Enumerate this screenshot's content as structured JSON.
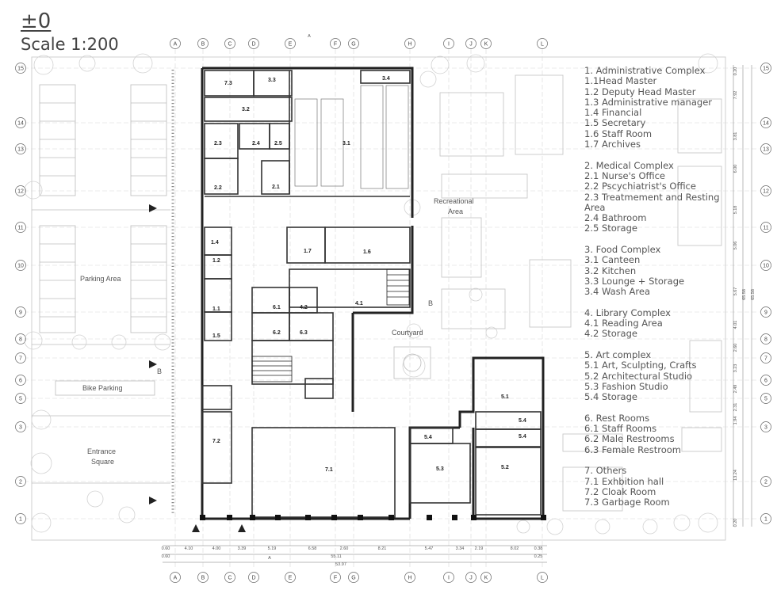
{
  "header": {
    "level": "±0",
    "scale": "Scale 1:200"
  },
  "grid": {
    "columns": [
      "A",
      "B",
      "C",
      "D",
      "E",
      "F",
      "G",
      "H",
      "I",
      "J",
      "K",
      "L"
    ],
    "rows": [
      "15",
      "14",
      "13",
      "12",
      "11",
      "10",
      "9",
      "8",
      "7",
      "6",
      "5",
      "3",
      "2",
      "1"
    ]
  },
  "rooms": {
    "r73": "7.3",
    "r33": "3.3",
    "r34": "3.4",
    "r32": "3.2",
    "r31": "3.1",
    "r23": "2.3",
    "r24": "2.4",
    "r25": "2.5",
    "r22": "2.2",
    "r21": "2.1",
    "r14": "1.4",
    "r17": "1.7",
    "r16": "1.6",
    "r12": "1.2",
    "r11": "1.1",
    "r15": "1.5",
    "r61": "6.1",
    "r42": "4.2",
    "r41": "4.1",
    "r62": "6.2",
    "r63": "6.3",
    "r72": "7.2",
    "r71": "7.1",
    "r54a": "5.4",
    "r53": "5.3",
    "r52": "5.2",
    "r51": "5.1",
    "r54b": "5.4",
    "r54c": "5.4"
  },
  "areas": {
    "parking": "Parking Area",
    "bike": "Bike Parking",
    "entrance_1": "Entrance",
    "entrance_2": "Square",
    "recreational_1": "Recreational",
    "recreational_2": "Area",
    "courtyard": "Courtyard",
    "section_mark": "B",
    "section_arrow": "A"
  },
  "dimensions": {
    "bottom_1": [
      "0.60",
      "4.10",
      "4.00",
      "3.39",
      "5.19",
      "6.58",
      "2.60",
      "8.21",
      "5.47",
      "3.34",
      "2.19",
      "8.02",
      "0.38"
    ],
    "bottom_2_left": "0.60",
    "bottom_2_mid": "55.11",
    "bottom_2_right": "0.25",
    "bottom_total": "53.97",
    "right_1": [
      "0.20",
      "7.92",
      "3.81",
      "6.00",
      "5.18",
      "5.06",
      "4.01",
      "2.60",
      "3.23",
      "2.49",
      "2.31",
      "1.94",
      "13.24",
      "0.20"
    ],
    "right_totals": [
      "5.67",
      "65.58",
      "65.58"
    ]
  },
  "legend": [
    {
      "title": "1. Administrative Complex",
      "items": [
        "1.1Head Master",
        "1.2 Deputy Head Master",
        "1.3 Administrative manager",
        "1.4 Financial",
        "1.5 Secretary",
        "1.6 Staff Room",
        "1.7 Archives"
      ]
    },
    {
      "title": "2. Medical Complex",
      "items": [
        "2.1 Nurse's Office",
        "2.2 Pscychiatrist's Office",
        "2.3 Treatmement and Resting Area",
        "2.4 Bathroom",
        "2.5 Storage"
      ]
    },
    {
      "title": "3. Food Complex",
      "items": [
        "3.1 Canteen",
        "3.2 Kitchen",
        "3.3 Lounge + Storage",
        "3.4 Wash Area"
      ]
    },
    {
      "title": "4. Library Complex",
      "items": [
        "4.1 Reading Area",
        "4.2 Storage"
      ]
    },
    {
      "title": "5. Art complex",
      "items": [
        "5.1 Art, Sculpting, Crafts",
        "5.2 Architectural Studio",
        "5.3 Fashion Studio",
        "5.4 Storage"
      ]
    },
    {
      "title": "6. Rest Rooms",
      "items": [
        "6.1 Staff Rooms",
        "6.2 Male Restrooms",
        "6.3 Female Restroom"
      ]
    },
    {
      "title": "7. Others",
      "items": [
        "7.1 Exhbition hall",
        "7.2 Cloak Room",
        "7.3 Garbage Room"
      ]
    }
  ]
}
